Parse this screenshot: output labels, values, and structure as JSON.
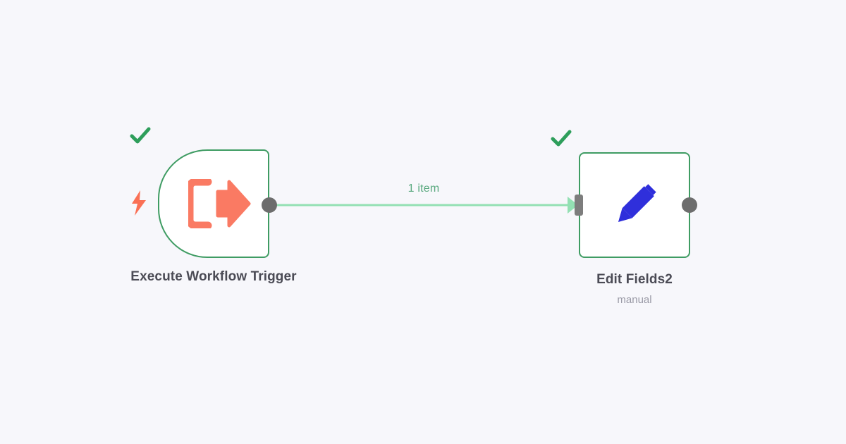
{
  "canvas": {
    "background_color": "#f7f7fb",
    "type": "workflow-canvas"
  },
  "nodes": [
    {
      "id": "execute-workflow-trigger",
      "title": "Execute Workflow Trigger",
      "subtitle": "",
      "kind": "trigger",
      "icon": "sign-out-arrow-icon",
      "icon_color": "#fa7a63",
      "border_color": "#3f9c63",
      "status": "success",
      "status_icon": "check-icon",
      "status_color": "#2e9e5b",
      "trigger_icon": "lightning-bolt-icon",
      "trigger_icon_color": "#fa7055",
      "has_input": false,
      "has_output": true
    },
    {
      "id": "edit-fields2",
      "title": "Edit Fields2",
      "subtitle": "manual",
      "kind": "regular",
      "icon": "pencil-icon",
      "icon_color": "#2f2fdb",
      "border_color": "#3f9c63",
      "status": "success",
      "status_icon": "check-icon",
      "status_color": "#2e9e5b",
      "has_input": true,
      "has_output": true
    }
  ],
  "connections": [
    {
      "from": "execute-workflow-trigger",
      "to": "edit-fields2",
      "label": "1 item",
      "line_color": "#93e0b3",
      "label_color": "#5aa97f"
    }
  ]
}
